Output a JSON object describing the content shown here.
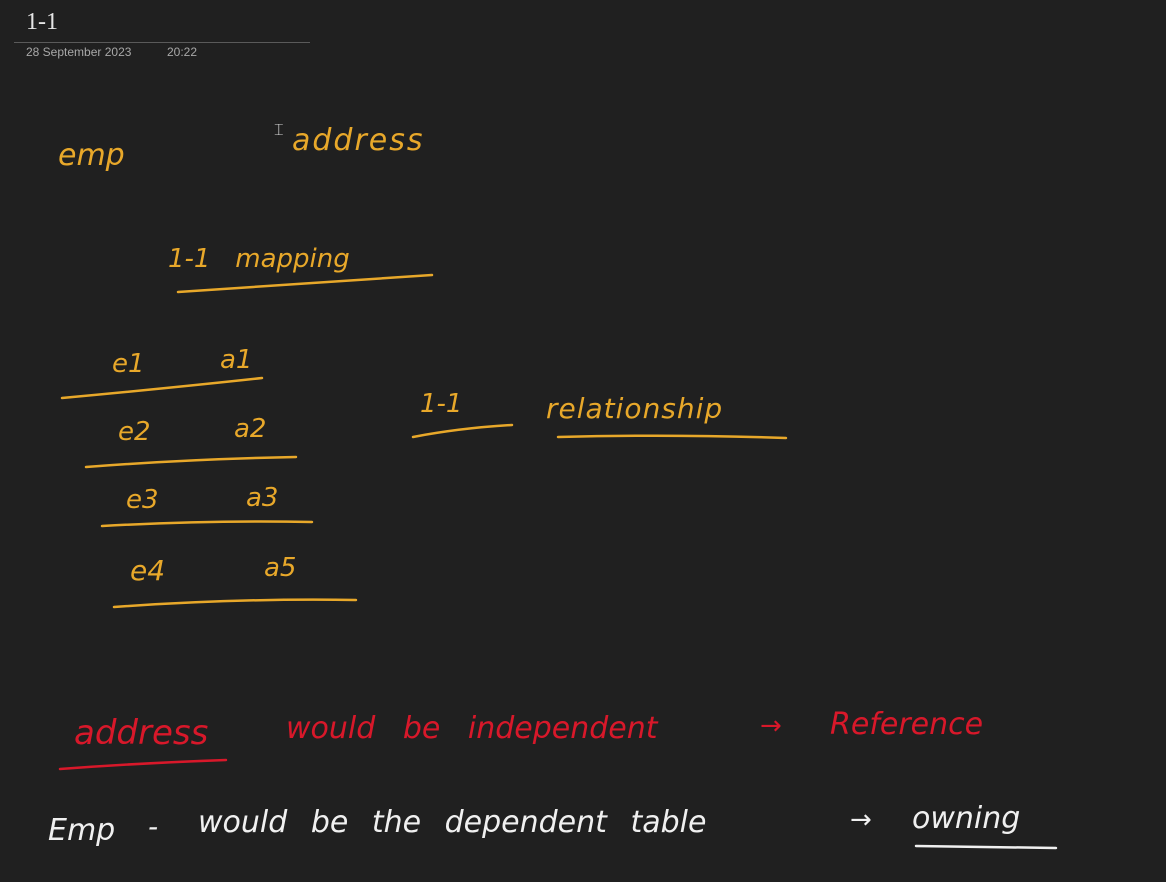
{
  "page": {
    "title": "1-1",
    "date": "28 September 2023",
    "time": "20:22"
  },
  "notes": {
    "colors": {
      "background": "#202020",
      "yellow_ink": "#e8a82a",
      "red_ink": "#d8182a",
      "white_ink": "#f0f0f0"
    },
    "entity_left": "emp",
    "entity_right": "address",
    "mapping_label": "1-1   mapping",
    "pairs": [
      {
        "e": "e1",
        "a": "a1"
      },
      {
        "e": "e2",
        "a": "a2"
      },
      {
        "e": "e3",
        "a": "a3"
      },
      {
        "e": "e4",
        "a": "a5"
      }
    ],
    "relationship_prefix": "1-1",
    "relationship_label": "relationship",
    "line_red": {
      "subject": "address",
      "text": "would be independent",
      "arrow": "→",
      "result": "Reference"
    },
    "line_white": {
      "subject": "Emp",
      "dash": "-",
      "text": "would be the dependent table",
      "arrow": "→",
      "result": "owning"
    },
    "cursor_icon": "text-cursor-icon"
  }
}
